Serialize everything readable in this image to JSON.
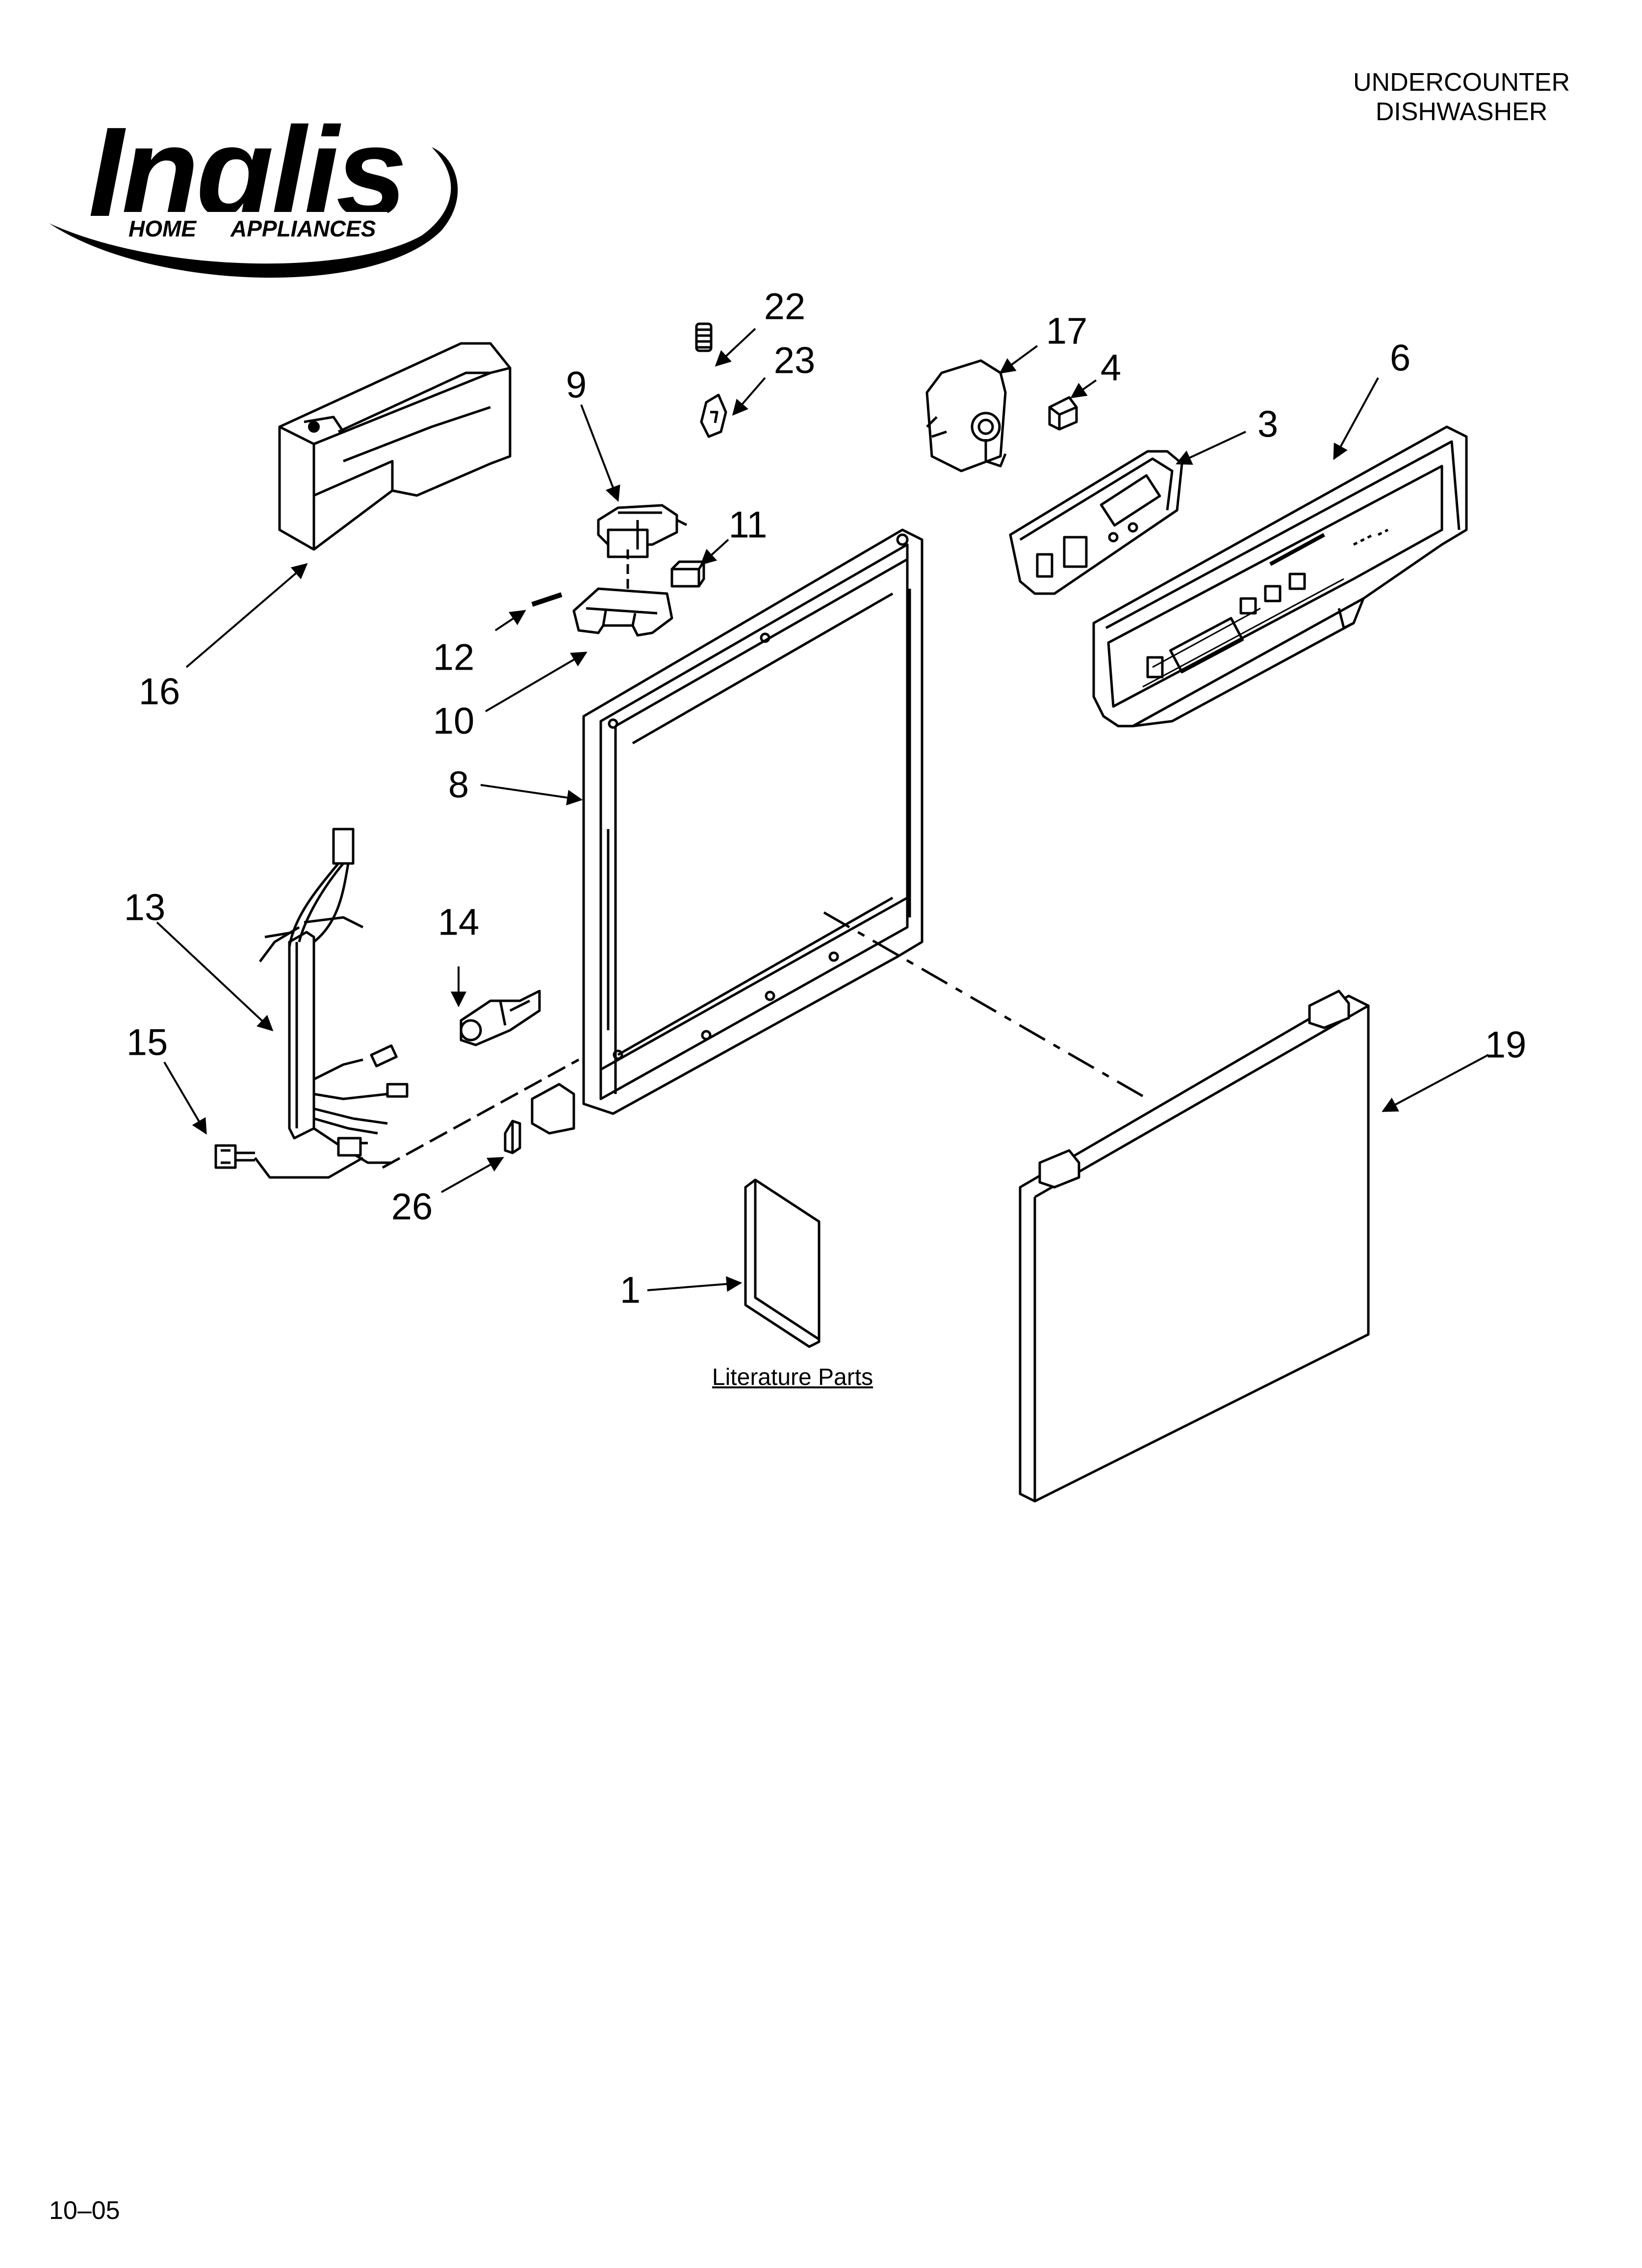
{
  "header": {
    "line1": "UNDERCOUNTER",
    "line2": "DISHWASHER"
  },
  "logo": {
    "brand": "Inglis",
    "tagline_home": "HOME",
    "tagline_appliances": "APPLIANCES"
  },
  "callouts": [
    {
      "id": "c22",
      "text": "22"
    },
    {
      "id": "c23",
      "text": "23"
    },
    {
      "id": "c9",
      "text": "9"
    },
    {
      "id": "c17",
      "text": "17"
    },
    {
      "id": "c4",
      "text": "4"
    },
    {
      "id": "c3",
      "text": "3"
    },
    {
      "id": "c6",
      "text": "6"
    },
    {
      "id": "c11",
      "text": "11"
    },
    {
      "id": "c12",
      "text": "12"
    },
    {
      "id": "c10",
      "text": "10"
    },
    {
      "id": "c16",
      "text": "16"
    },
    {
      "id": "c8",
      "text": "8"
    },
    {
      "id": "c13",
      "text": "13"
    },
    {
      "id": "c14",
      "text": "14"
    },
    {
      "id": "c15",
      "text": "15"
    },
    {
      "id": "c26",
      "text": "26"
    },
    {
      "id": "c19",
      "text": "19"
    },
    {
      "id": "c1",
      "text": "1"
    }
  ],
  "literature_label": "Literature Parts",
  "footer": "10–05"
}
